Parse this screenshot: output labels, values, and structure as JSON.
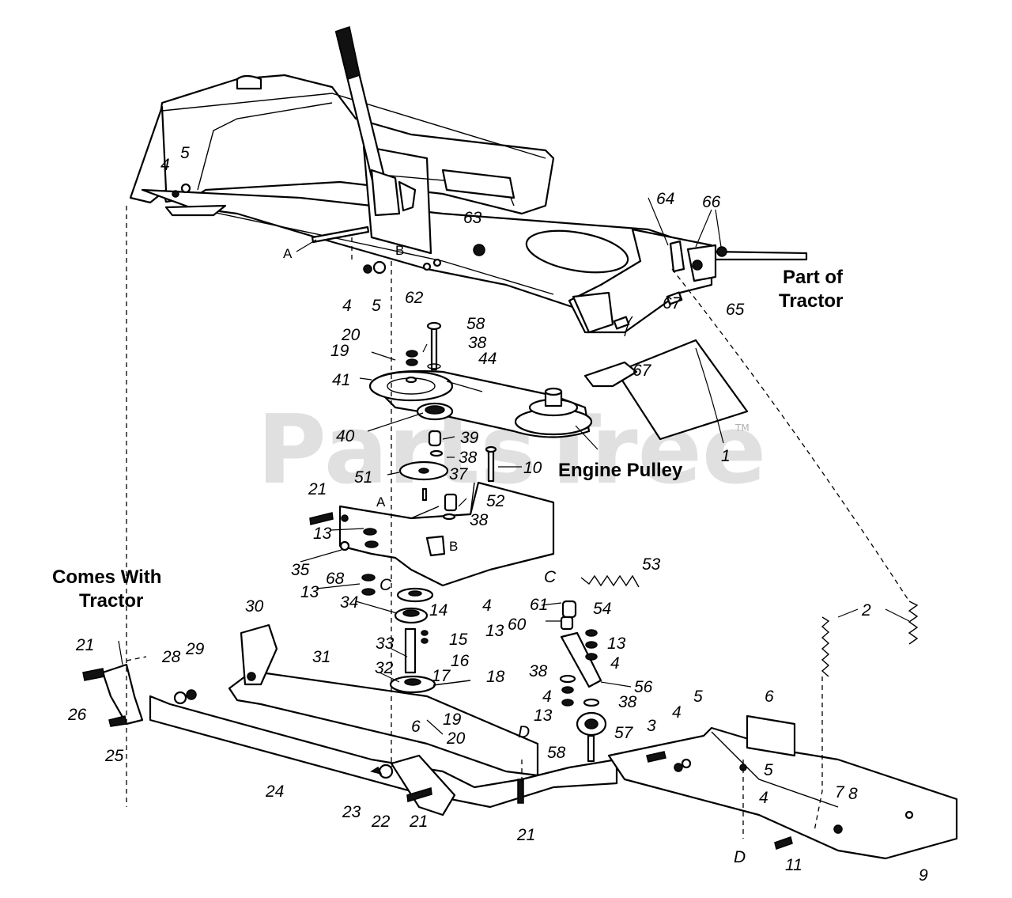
{
  "watermark": {
    "text": "PartsTree",
    "trademark": "TM"
  },
  "captions": {
    "part_of_tractor_line1": "Part of",
    "part_of_tractor_line2": "Tractor",
    "engine_pulley": "Engine Pulley",
    "comes_with_tractor_line1": "Comes With",
    "comes_with_tractor_line2": "Tractor"
  },
  "letters": [
    "A",
    "B",
    "A",
    "B",
    "C",
    "C",
    "D",
    "D"
  ],
  "callouts": [
    "4",
    "5",
    "4",
    "5",
    "62",
    "63",
    "64",
    "66",
    "65",
    "67",
    "67",
    "58",
    "20",
    "19",
    "38",
    "44",
    "41",
    "40",
    "39",
    "38",
    "10",
    "51",
    "37",
    "52",
    "38",
    "21",
    "13",
    "35",
    "68",
    "13",
    "34",
    "14",
    "4",
    "13",
    "61",
    "60",
    "54",
    "53",
    "13",
    "4",
    "33",
    "15",
    "16",
    "32",
    "17",
    "18",
    "19",
    "20",
    "38",
    "56",
    "4",
    "13",
    "38",
    "30",
    "31",
    "28",
    "29",
    "21",
    "26",
    "25",
    "24",
    "23",
    "22",
    "21",
    "6",
    "21",
    "58",
    "57",
    "3",
    "4",
    "5",
    "5",
    "4",
    "6",
    "2",
    "7",
    "8",
    "11",
    "9",
    "1"
  ]
}
